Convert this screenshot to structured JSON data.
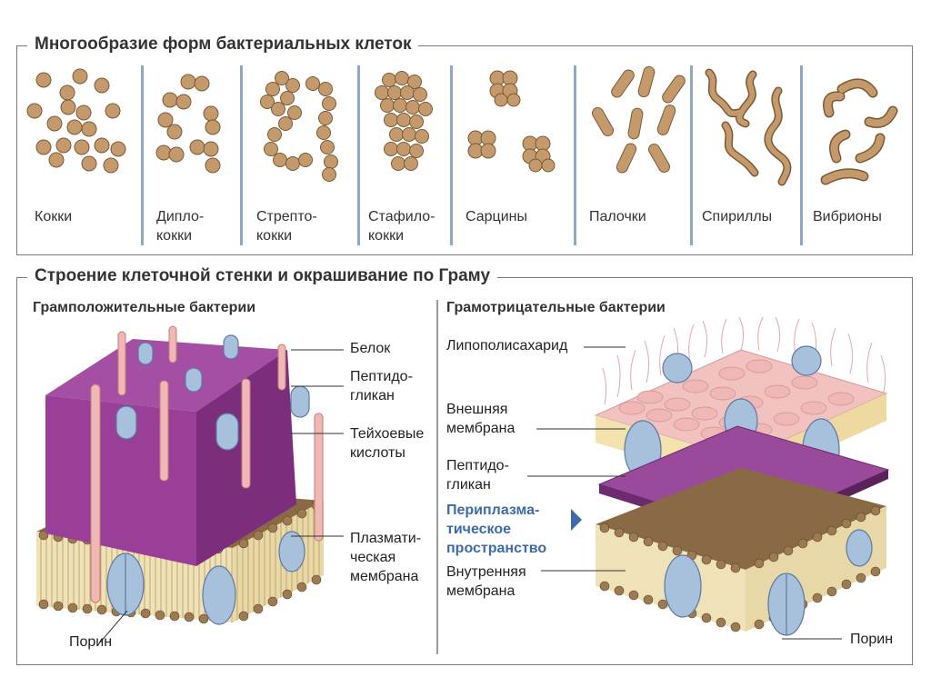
{
  "top_section": {
    "title": "Многообразие форм бактериальных клеток",
    "shapes": [
      {
        "line1": "Кокки",
        "line2": ""
      },
      {
        "line1": "Дипло-",
        "line2": "кокки"
      },
      {
        "line1": "Стрепто-",
        "line2": "кокки"
      },
      {
        "line1": "Стафило-",
        "line2": "кокки"
      },
      {
        "line1": "Сарцины",
        "line2": ""
      },
      {
        "line1": "Палочки",
        "line2": ""
      },
      {
        "line1": "Спириллы",
        "line2": ""
      },
      {
        "line1": "Вибрионы",
        "line2": ""
      }
    ]
  },
  "bottom_section": {
    "title": "Строение клеточной стенки и окрашивание по Граму",
    "gram_positive": {
      "heading": "Грамположительные бактерии",
      "labels": {
        "protein": "Белок",
        "peptidoglycan_1": "Пептидо-",
        "peptidoglycan_2": "гликан",
        "teichoic_1": "Тейхоевые",
        "teichoic_2": "кислоты",
        "plasma_1": "Плазмати-",
        "plasma_2": "ческая",
        "plasma_3": "мембрана",
        "porin": "Порин"
      }
    },
    "gram_negative": {
      "heading": "Грамотрицательные бактерии",
      "labels": {
        "lps": "Липополисахарид",
        "outer_1": "Внешняя",
        "outer_2": "мембрана",
        "peptidoglycan_1": "Пептидо-",
        "peptidoglycan_2": "гликан",
        "periplasm_1": "Периплазма-",
        "periplasm_2": "тическое",
        "periplasm_3": "пространство",
        "inner_1": "Внутренняя",
        "inner_2": "мембрана",
        "porin": "Порин"
      }
    }
  },
  "colors": {
    "cell_fill": "#c49a6c",
    "cell_stroke": "#7a5a35",
    "peptidoglycan": "#8e3d8c",
    "membrane_head": "#9c7a52",
    "protein_blue": "#a7c0dc",
    "lps_pink": "#e7b1b3",
    "periplasm_blue": "#3f6aa8",
    "separator_blue": "#8fa8c8"
  }
}
